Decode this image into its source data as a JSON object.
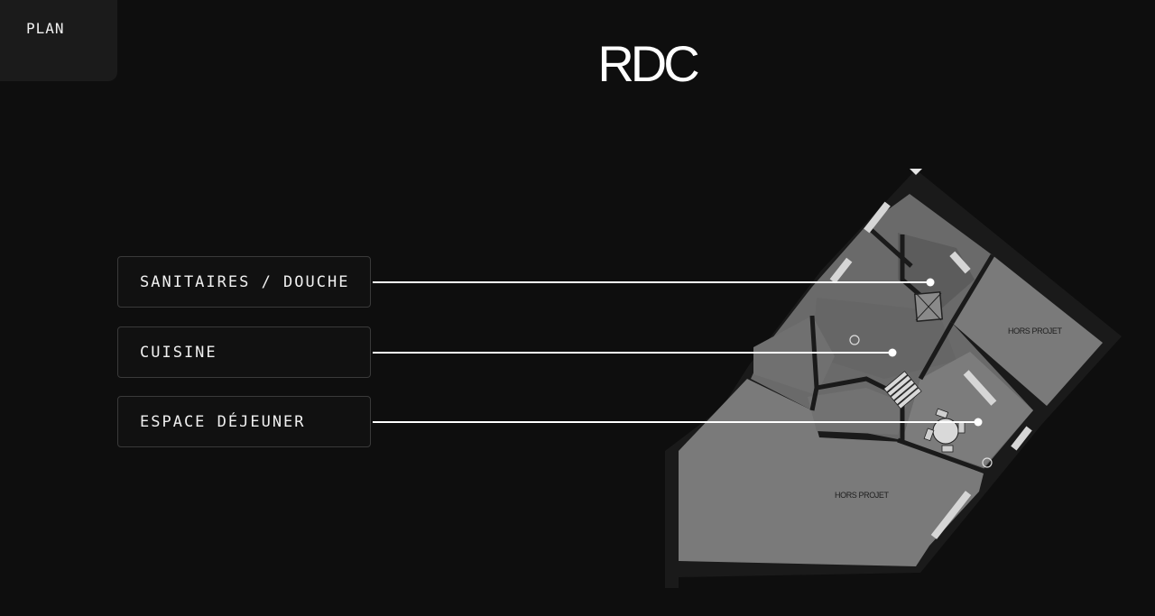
{
  "nav": {
    "plan_label": "PLAN"
  },
  "floor": {
    "title": "RDC"
  },
  "rooms": [
    {
      "label": "SANITAIRES / DOUCHE"
    },
    {
      "label": "CUISINE"
    },
    {
      "label": "ESPACE DÉJEUNER"
    }
  ],
  "plan": {
    "out_of_scope_label": "HORS PROJET"
  },
  "colors": {
    "background": "#0e0e0e",
    "panel": "#1b1b1b",
    "wall": "#1a1a1a",
    "room_fill": "#6d6d6d",
    "out_of_scope_fill": "#7a7a7a",
    "leader": "#ffffff"
  }
}
